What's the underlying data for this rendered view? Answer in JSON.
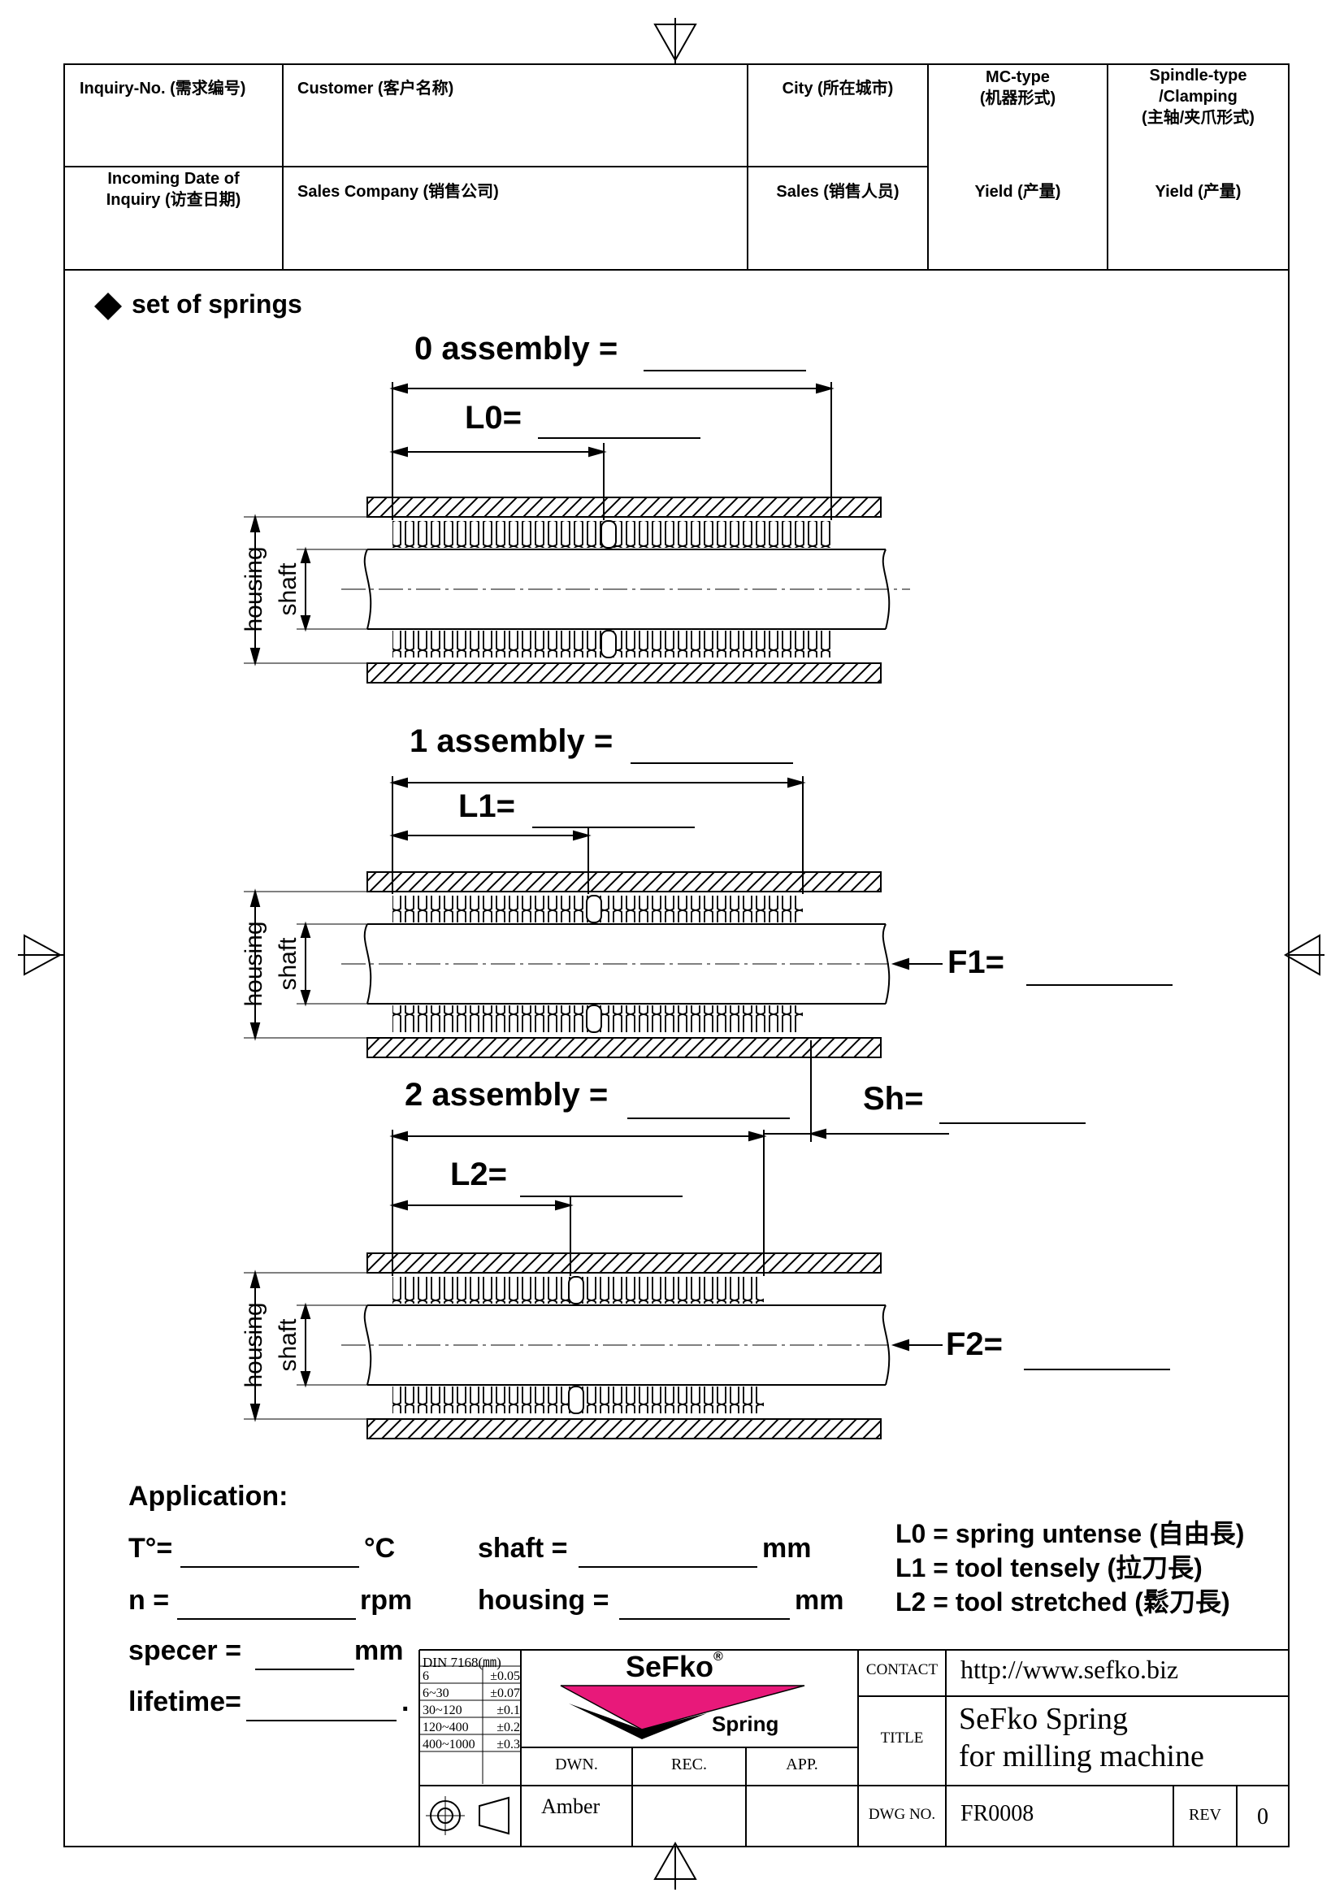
{
  "header": {
    "inquiry_no": "Inquiry-No. (需求编号)",
    "customer": "Customer (客户名称)",
    "city": "City (所在城市)",
    "mc_type_1": "MC-type",
    "mc_type_2": "(机器形式)",
    "spindle_1": "Spindle-type",
    "spindle_2": "/Clamping",
    "spindle_3": "(主轴/夹爪形式)",
    "incoming_1": "Incoming Date of",
    "incoming_2": "Inquiry (访查日期)",
    "sales_company": "Sales Company (销售公司)",
    "sales": "Sales (销售人员)",
    "yield_1": "Yield (产量)",
    "yield_2": "Yield (产量)"
  },
  "section": {
    "title": "set of springs"
  },
  "assemblies": [
    {
      "label": "0 assembly =",
      "length_label": "L0="
    },
    {
      "label": "1 assembly =",
      "length_label": "L1=",
      "force_label": "F1="
    },
    {
      "label": "2 assembly =",
      "length_label": "L2=",
      "force_label": "F2="
    }
  ],
  "labels": {
    "housing": "housing",
    "shaft": "shaft",
    "sh": "Sh="
  },
  "application": {
    "title": "Application:",
    "temp": "T°=",
    "temp_unit": "°C",
    "n": "n =",
    "n_unit": "rpm",
    "spacer": "specer =",
    "spacer_unit": "mm",
    "lifetime": "lifetime=",
    "lifetime_dot": ".",
    "shaft": "shaft =",
    "shaft_unit": "mm",
    "housing": "housing =",
    "housing_unit": "mm"
  },
  "legend": [
    "L0 = spring untense (自由長)",
    "L1 = tool tensely (拉刀長)",
    "L2 = tool stretched (鬆刀長)"
  ],
  "title_block": {
    "din": "DIN 7168(㎜)",
    "tolerances": [
      {
        "range": "6",
        "tol": "±0.05"
      },
      {
        "range": "6~30",
        "tol": "±0.07"
      },
      {
        "range": "30~120",
        "tol": "±0.1"
      },
      {
        "range": "120~400",
        "tol": "±0.2"
      },
      {
        "range": "400~1000",
        "tol": "±0.3"
      }
    ],
    "logo_text": "SeFko",
    "logo_reg": "®",
    "logo_sub": "Spring",
    "dwn": "DWN.",
    "rec": "REC.",
    "app": "APP.",
    "drawn_by": "Amber",
    "contact_label": "CONTACT",
    "contact": "http://www.sefko.biz",
    "title_label": "TITLE",
    "title_1": "SeFko Spring",
    "title_2": "for milling machine",
    "dwg_label": "DWG NO.",
    "dwg_no": "FR0008",
    "rev_label": "REV",
    "rev": "0"
  },
  "colors": {
    "logo_magenta": "#e8197a",
    "ink": "#000000"
  }
}
